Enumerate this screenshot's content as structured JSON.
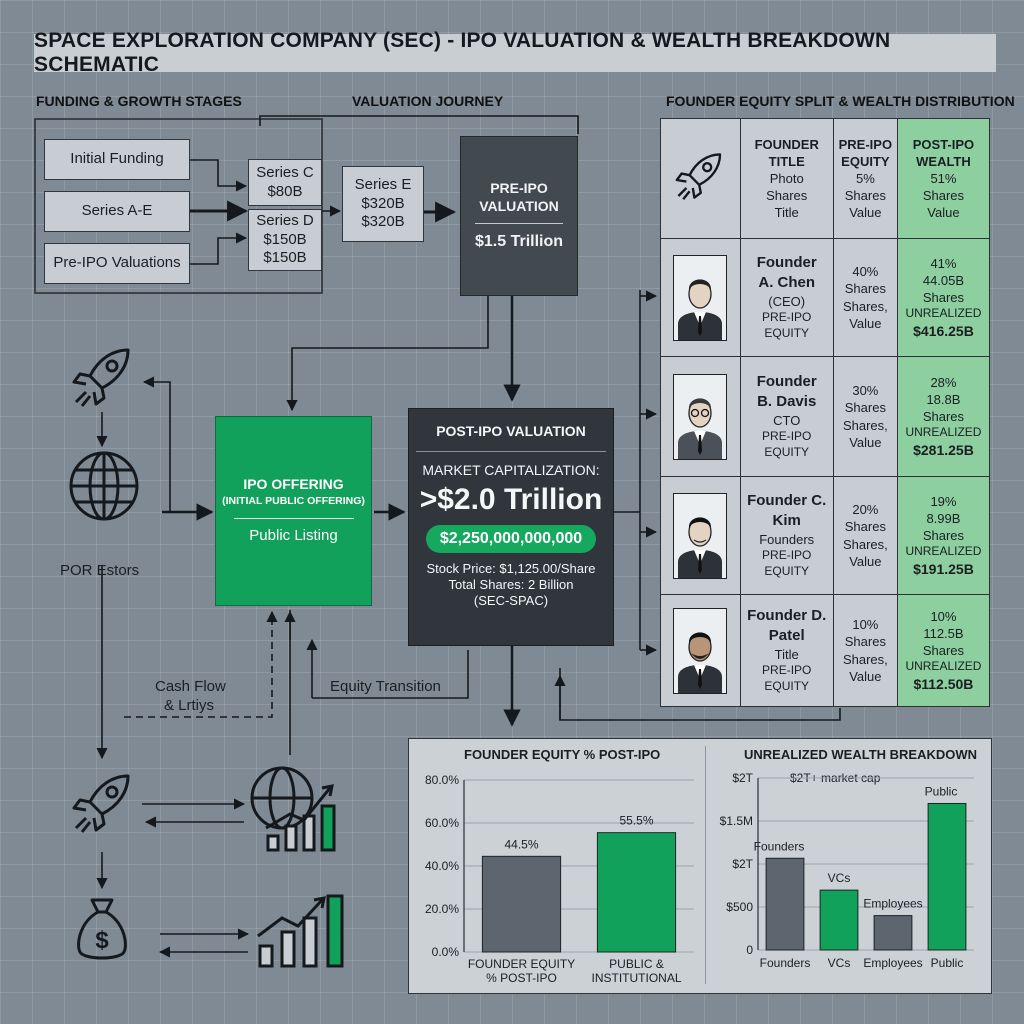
{
  "title": "SPACE EXPLORATION COMPANY (SEC) - IPO VALUATION & WEALTH BREAKDOWN SCHEMATIC",
  "sections": {
    "funding": "FUNDING & GROWTH STAGES",
    "journey": "VALUATION JOURNEY",
    "equity": "FOUNDER EQUITY SPLIT & WEALTH DISTRIBUTION"
  },
  "funding_stages": [
    "Initial Funding",
    "Series A-E",
    "Pre-IPO Valuations"
  ],
  "series": {
    "c_line1": "Series C",
    "c_line2": "$80B",
    "d_line1": "Series D",
    "d_line2": "$150B",
    "d_line3": "$150B",
    "e_line1": "Series E",
    "e_line2": "$320B",
    "e_line3": "$320B"
  },
  "pre_ipo": {
    "line1": "PRE-IPO",
    "line2": "VALUATION",
    "value": "$1.5 Trillion"
  },
  "post_ipo": {
    "header": "POST-IPO VALUATION",
    "market_cap_label": "MARKET CAPITALIZATION:",
    "market_cap": ">$2.0 Trillion",
    "exact": "$2,250,000,000,000",
    "stock_price": "Stock Price: $1,125.00/Share",
    "total_shares": "Total Shares: 2 Billion",
    "ticker": "(SEC-SPAC)"
  },
  "ipo_offering": {
    "line1": "IPO OFFERING",
    "line2": "(INITIAL PUBLIC OFFERING)",
    "line3": "Public Listing"
  },
  "flow_labels": {
    "investors": "POR Estors",
    "cash_flow": "Cash Flow",
    "lrtiys": "& Lrtiys",
    "equity_transition": "Equity Transition"
  },
  "table": {
    "header": {
      "title": "FOUNDER TITLE",
      "pre": "PRE-IPO EQUITY",
      "post": "POST-IPO WEALTH"
    },
    "legend": {
      "t1": "Photo",
      "t2": "Shares",
      "t3": "Title",
      "p1": "5%",
      "p2": "Shares",
      "p3": "Value",
      "w1": "51%",
      "w2": "Shares",
      "w3": "Value"
    },
    "founders": [
      {
        "name1": "Founder",
        "name2": "A. Chen",
        "role": "(CEO)",
        "pre_label1": "PRE-IPO",
        "pre_label2": "EQUITY",
        "pre_pct": "40%",
        "pre_s1": "Shares",
        "pre_s2": "Shares,",
        "pre_s3": "Value",
        "post_pct": "41%",
        "post_shares": "44.05B",
        "post_s": "Shares",
        "unreal": "UNREALIZED",
        "value": "$416.25B"
      },
      {
        "name1": "Founder",
        "name2": "B. Davis",
        "role": "CTO",
        "pre_label1": "PRE-IPO",
        "pre_label2": "EQUITY",
        "pre_pct": "30%",
        "pre_s1": "Shares",
        "pre_s2": "Shares,",
        "pre_s3": "Value",
        "post_pct": "28%",
        "post_shares": "18.8B",
        "post_s": "Shares",
        "unreal": "UNREALIZED",
        "value": "$281.25B"
      },
      {
        "name1": "Founder C.",
        "name2": "Kim",
        "role": "Founders",
        "pre_label1": "PRE-IPO",
        "pre_label2": "EQUITY",
        "pre_pct": "20%",
        "pre_s1": "Shares",
        "pre_s2": "Shares,",
        "pre_s3": "Value",
        "post_pct": "19%",
        "post_shares": "8.99B",
        "post_s": "Shares",
        "unreal": "UNREALIZED",
        "value": "$191.25B"
      },
      {
        "name1": "Founder D.",
        "name2": "Patel",
        "role": "Title",
        "pre_label1": "PRE-IPO",
        "pre_label2": "EQUITY",
        "pre_pct": "10%",
        "pre_s1": "Shares",
        "pre_s2": "Shares,",
        "pre_s3": "Value",
        "post_pct": "10%",
        "post_shares": "112.5B",
        "post_s": "Shares",
        "unreal": "UNREALIZED",
        "value": "$112.50B"
      }
    ]
  },
  "icons": [
    "rocket-icon",
    "globe-icon",
    "growth-chart-icon",
    "money-bag-icon",
    "founder-avatar-icon"
  ],
  "colors": {
    "green": "#12a15a",
    "dark": "#30363b",
    "panel": "#c7cdd2",
    "bar_gray": "#5d666e",
    "light_green": "#8dcf9e"
  },
  "chart_data": [
    {
      "type": "bar",
      "title": "FOUNDER EQUITY % POST-IPO",
      "categories": [
        "FOUNDER EQUITY % POST-IPO",
        "PUBLIC & INSTITUTIONAL"
      ],
      "values": [
        44.5,
        55.5
      ],
      "value_labels": [
        "44.5%",
        "55.5%"
      ],
      "yticks": [
        "80.0%",
        "60.0%",
        "40.0%",
        "20.0%",
        "0.0%"
      ],
      "ylim": [
        0,
        80
      ],
      "bar_colors": [
        "#5d666e",
        "#12a15a"
      ],
      "grid": true
    },
    {
      "type": "bar",
      "title": "UNREALIZED WEALTH BREAKDOWN",
      "annotation": "$2T+ market cap",
      "categories": [
        "Founders",
        "VCs",
        "Employees",
        "Public"
      ],
      "values": [
        0.72,
        0.47,
        0.27,
        1.15
      ],
      "yticks": [
        "$2T",
        "$1.5M",
        "$2T",
        "$500",
        "0"
      ],
      "ylim": [
        0,
        1.35
      ],
      "bar_colors": [
        "#5d666e",
        "#12a15a",
        "#5d666e",
        "#12a15a"
      ],
      "grid": true
    }
  ]
}
